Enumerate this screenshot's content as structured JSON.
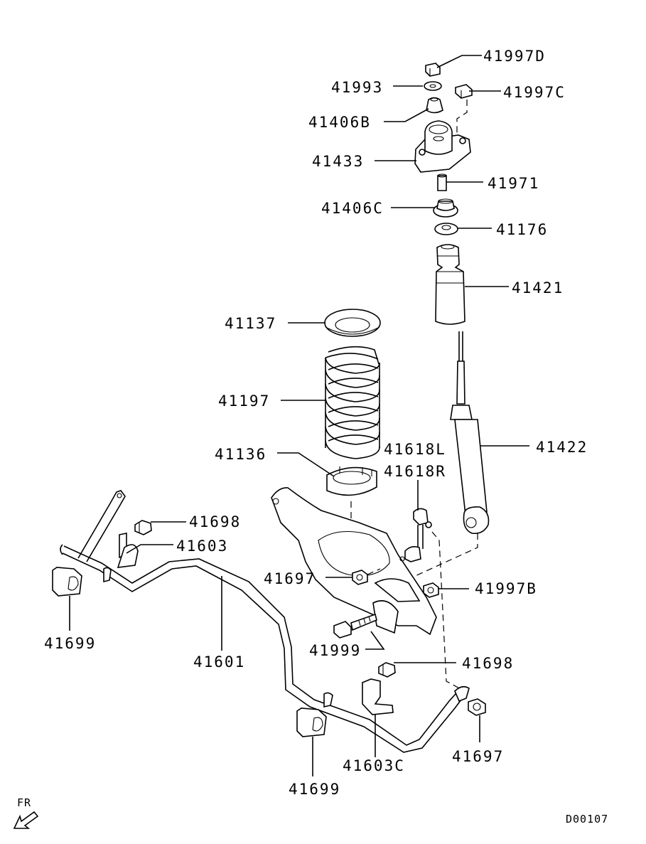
{
  "labels": {
    "p41997D": "41997D",
    "p41993": "41993",
    "p41997C": "41997C",
    "p41406B": "41406B",
    "p41433": "41433",
    "p41971": "41971",
    "p41406C": "41406C",
    "p41176": "41176",
    "p41421": "41421",
    "p41137": "41137",
    "p41197": "41197",
    "p41422": "41422",
    "p41136": "41136",
    "p41618L": "41618L",
    "p41618R": "41618R",
    "p41698a": "41698",
    "p41603": "41603",
    "p41697a": "41697",
    "p41997B": "41997B",
    "p41699a": "41699",
    "p41601": "41601",
    "p41999": "41999",
    "p41698b": "41698",
    "p41697b": "41697",
    "p41603C": "41603C",
    "p41699b": "41699"
  },
  "direction": "FR",
  "diagram_code": "D00107"
}
